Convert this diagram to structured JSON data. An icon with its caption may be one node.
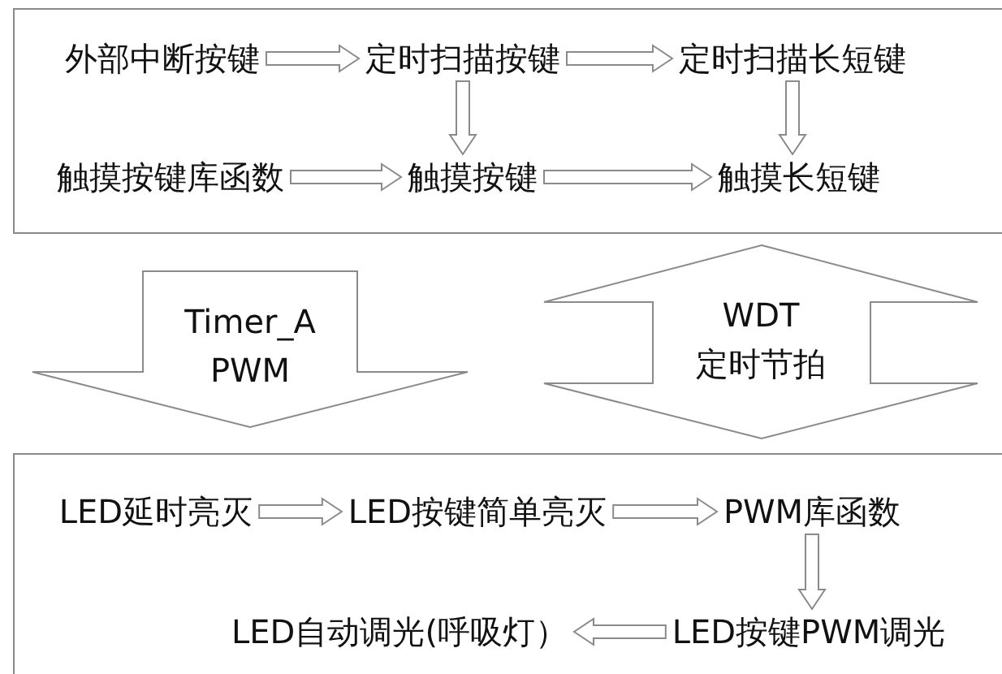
{
  "diagram": {
    "nodes": [
      {
        "text": [],
        "shape": "box"
      },
      {
        "text": [
          "外部中断按键"
        ],
        "in": 0
      },
      {
        "text": [
          "定时扫描按键"
        ],
        "in": 0
      },
      {
        "text": [
          "定时扫描长短键"
        ],
        "in": 0
      },
      {
        "text": [
          "触摸按键库函数"
        ],
        "in": 0
      },
      {
        "text": [
          "触摸按键"
        ],
        "in": 0
      },
      {
        "text": [
          "触摸长短键"
        ],
        "in": 0
      },
      {
        "text": [
          "Timer_A PWM"
        ]
      },
      {
        "text": [
          "WDT 定时节拍"
        ]
      },
      {
        "text": [],
        "shape": "box"
      },
      {
        "text": [
          "LED延时亮灭"
        ],
        "in": 9
      },
      {
        "text": [
          "LED按键简单亮灭"
        ],
        "in": 9
      },
      {
        "text": [
          "PWM库函数"
        ],
        "in": 9
      },
      {
        "text": [
          "LED按键PWM调光"
        ],
        "in": 9
      },
      {
        "text": [
          "LED自动调光(呼吸灯）"
        ],
        "in": 9
      }
    ],
    "edges": [
      {
        "from": 1,
        "to": 2,
        "arrow": "to"
      },
      {
        "from": 2,
        "to": 3,
        "arrow": "to"
      },
      {
        "from": 2,
        "to": 5,
        "arrow": "to"
      },
      {
        "from": 3,
        "to": 6,
        "arrow": "to"
      },
      {
        "from": 4,
        "to": 5,
        "arrow": "to"
      },
      {
        "from": 5,
        "to": 6,
        "arrow": "to"
      },
      {
        "from": 10,
        "to": 11,
        "arrow": "to"
      },
      {
        "from": 11,
        "to": 12,
        "arrow": "to"
      },
      {
        "from": 12,
        "to": 13,
        "arrow": "to"
      },
      {
        "from": 13,
        "to": 14,
        "arrow": "to"
      }
    ]
  }
}
